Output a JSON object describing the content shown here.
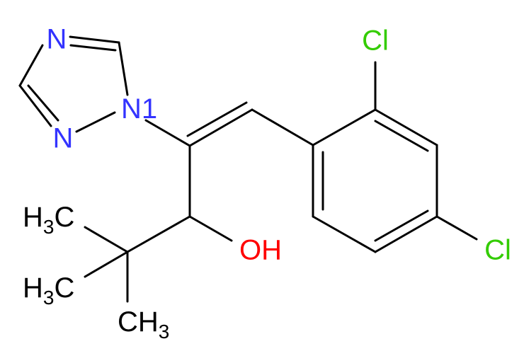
{
  "molecule": {
    "colors": {
      "bond": "#000000",
      "N": "#3333ff",
      "Cl": "#33cc00",
      "O": "#ff0000",
      "C": "#000000"
    },
    "labels": {
      "n_top": "N",
      "n_bottom": "N",
      "n_one": "N",
      "one": "1",
      "cl_top": "Cl",
      "cl_right": "Cl",
      "oh": "OH",
      "h_a": "H",
      "h_b": "H",
      "h_c": "H",
      "three_a": "3",
      "three_b": "3",
      "three_c": "3",
      "c_a": "C",
      "c_b": "C",
      "c_c": "C"
    }
  }
}
